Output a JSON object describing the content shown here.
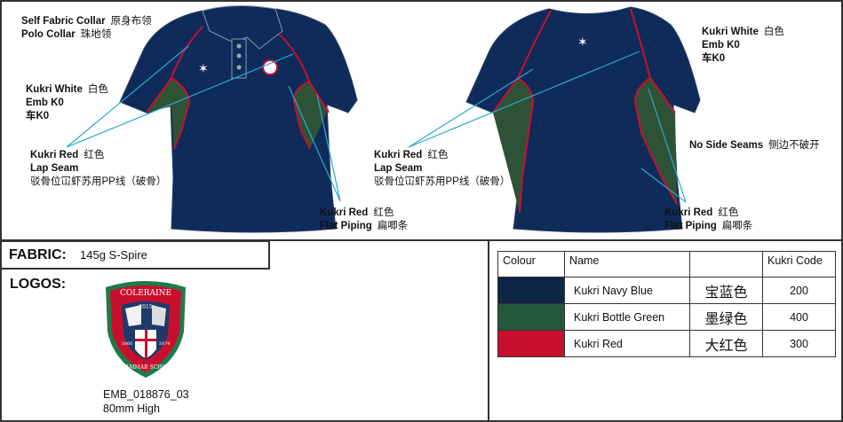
{
  "callouts": {
    "collar": {
      "en1": "Self Fabric Collar",
      "cn1": "原身布领",
      "en2": "Polo Collar",
      "cn2": "珠地领"
    },
    "front_emb": {
      "en": "Kukri White",
      "cn": "白色",
      "l2": "Emb K0",
      "l3": "车K0"
    },
    "front_lap": {
      "en": "Kukri Red",
      "cn": "红色",
      "l2": "Lap Seam",
      "l3": "驳骨位冚虾苏用PP线（破骨）"
    },
    "front_piping": {
      "en": "Kukri Red",
      "cn": "红色",
      "l2": "Flat Piping",
      "l2cn": "扁唧条"
    },
    "back_lap": {
      "en": "Kukri Red",
      "cn": "红色",
      "l2": "Lap Seam",
      "l3": "驳骨位冚虾苏用PP线（破骨）"
    },
    "back_emb": {
      "en": "Kukri White",
      "cn": "白色",
      "l2": "Emb K0",
      "l3": "车K0"
    },
    "back_seams": {
      "en": "No Side Seams",
      "cn": "侧边不破开"
    },
    "back_piping": {
      "en": "Kukri Red",
      "cn": "红色",
      "l2": "Flat Piping",
      "l2cn": "扁唧条"
    }
  },
  "fabric": {
    "label": "FABRIC:",
    "value": "145g S-Spire"
  },
  "logos": {
    "label": "LOGOS:",
    "crest_text": [
      "COLERAINE",
      "2015",
      "1860",
      "1874",
      "GRAMMAR SCHOOL"
    ],
    "code": "EMB_018876_03",
    "size": "80mm High"
  },
  "colours": {
    "headers": [
      "Colour",
      "Name",
      "",
      "Kukri Code"
    ],
    "rows": [
      {
        "swatch": "#0f2548",
        "name": "Kukri Navy Blue",
        "cn": "宝蓝色",
        "code": "200"
      },
      {
        "swatch": "#23573a",
        "name": "Kukri Bottle Green",
        "cn": "墨绿色",
        "code": "400"
      },
      {
        "swatch": "#c8102e",
        "name": "Kukri Red",
        "cn": "大红色",
        "code": "300"
      }
    ]
  },
  "palette": {
    "navy": "#0f2b5a",
    "green": "#2e5236",
    "red": "#c8102e",
    "callout": "#29a9d0"
  }
}
